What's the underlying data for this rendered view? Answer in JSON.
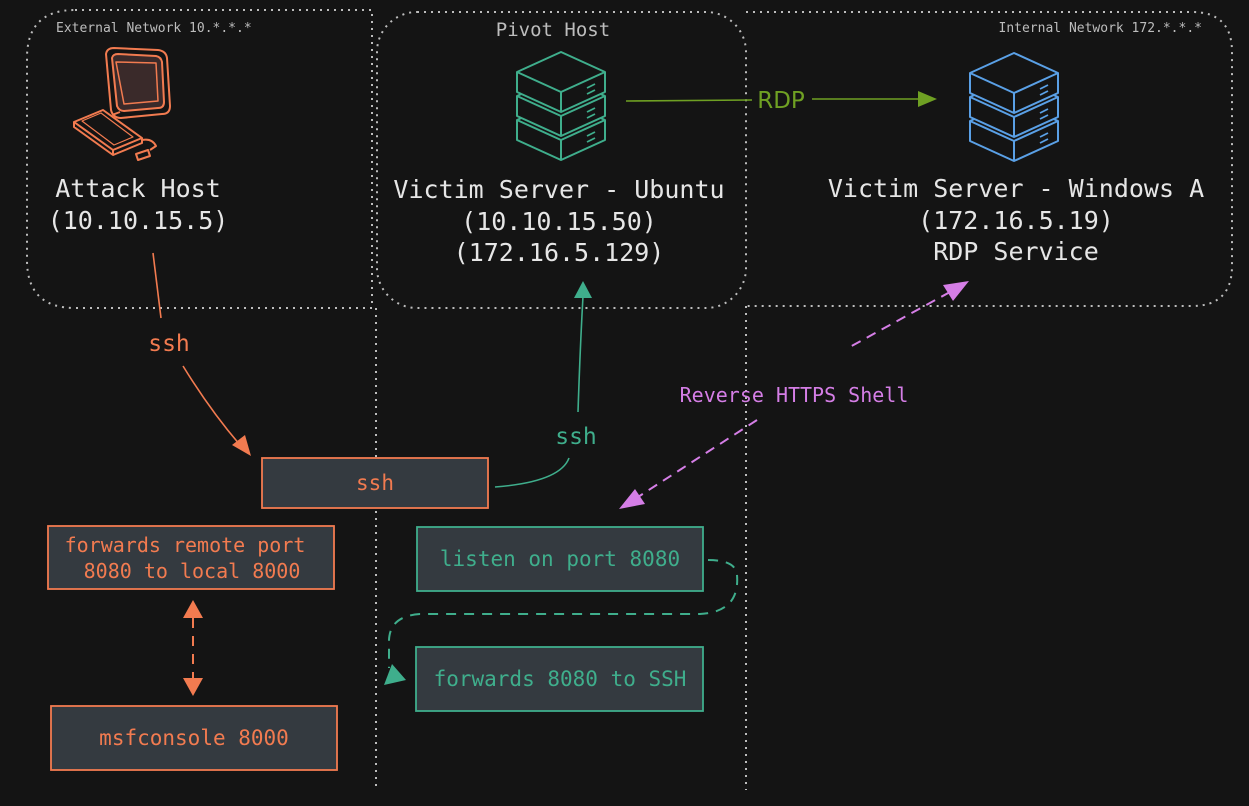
{
  "zones": {
    "external": {
      "label": "External Network 10.*.*.*"
    },
    "pivot": {
      "label": "Pivot Host"
    },
    "internal": {
      "label": "Internal Network 172.*.*.*"
    }
  },
  "hosts": {
    "attack": {
      "lines": [
        "Attack Host",
        "(10.10.15.5)"
      ]
    },
    "ubuntu": {
      "lines": [
        "Victim Server - Ubuntu",
        "(10.10.15.50)",
        "(172.16.5.129)"
      ]
    },
    "windows": {
      "lines": [
        "Victim Server - Windows A",
        "(172.16.5.19)",
        "RDP Service"
      ]
    }
  },
  "edges": {
    "rdp": "RDP",
    "ssh_attack": "ssh",
    "ssh_pivot": "ssh",
    "reverse_shell": "Reverse HTTPS Shell"
  },
  "boxes": {
    "ssh": "ssh",
    "forwards_remote": [
      "forwards remote port",
      "8080 to local 8000"
    ],
    "msfconsole": "msfconsole 8000",
    "listen": "listen on port 8080",
    "forwards_ssh": "forwards 8080 to SSH"
  },
  "colors": {
    "background": "#141414",
    "orange": "#f27b50",
    "teal": "#3fae8c",
    "blue": "#5aa0e6",
    "green": "#6fa023",
    "violet": "#d57ee6",
    "zone": "#bdbdbd",
    "text": "#e6e6e6",
    "box_fill": "#343a40"
  }
}
